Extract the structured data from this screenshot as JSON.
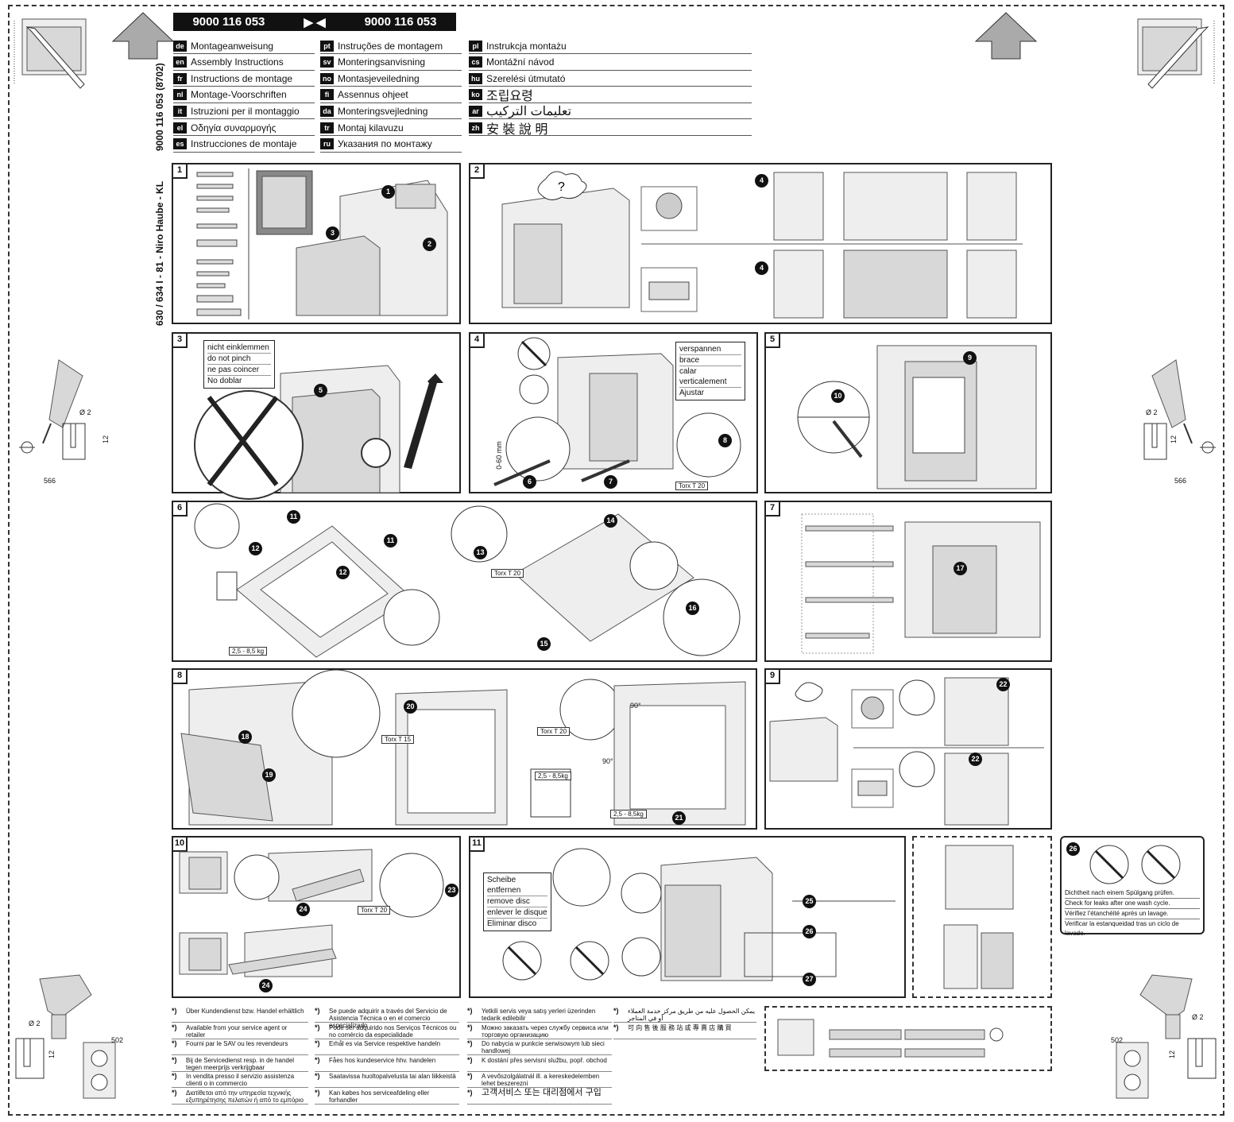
{
  "header": {
    "part_number_left": "9000 116 053",
    "part_number_right": "9000 116 053",
    "vertical_code": "9000 116 053 (8702)",
    "vertical_model": "630 / 634 I - 81 - Niro Haube - KL"
  },
  "languages_col1": [
    {
      "code": "de",
      "text": "Montageanweisung"
    },
    {
      "code": "en",
      "text": "Assembly Instructions"
    },
    {
      "code": "fr",
      "text": "Instructions de montage"
    },
    {
      "code": "nl",
      "text": "Montage-Voorschriften"
    },
    {
      "code": "it",
      "text": "Istruzioni per il montaggio"
    },
    {
      "code": "el",
      "text": "Οδηγία συναρμογής"
    },
    {
      "code": "es",
      "text": "Instrucciones de montaje"
    }
  ],
  "languages_col2": [
    {
      "code": "pt",
      "text": "Instruções de montagem"
    },
    {
      "code": "sv",
      "text": "Monteringsanvisning"
    },
    {
      "code": "no",
      "text": "Montasjeveiledning"
    },
    {
      "code": "fi",
      "text": "Assennus ohjeet"
    },
    {
      "code": "da",
      "text": "Monteringsvejledning"
    },
    {
      "code": "tr",
      "text": "Montaj kilavuzu"
    },
    {
      "code": "ru",
      "text": "Указания по монтажу"
    }
  ],
  "languages_col3": [
    {
      "code": "pl",
      "text": "Instrukcja montażu"
    },
    {
      "code": "cs",
      "text": "Montážní návod"
    },
    {
      "code": "hu",
      "text": "Szerelési útmutató"
    },
    {
      "code": "ko",
      "text": "조립요령"
    },
    {
      "code": "ar",
      "text": "تعليمات التركيب"
    },
    {
      "code": "zh",
      "text": "安 裝 說 明"
    }
  ],
  "drill": {
    "diameter": "Ø 2",
    "depth": "12",
    "dim_566": "566",
    "dim_502": "502"
  },
  "panels": {
    "p1": "1",
    "p2": "2",
    "p3": "3",
    "p4": "4",
    "p5": "5",
    "p6": "6",
    "p7": "7",
    "p8": "8",
    "p9": "9",
    "p10": "10",
    "p11": "11"
  },
  "step3_warning": [
    "nicht einklemmen",
    "do not pinch",
    "ne pas coincer",
    "No doblar"
  ],
  "step4_brace": [
    "verspannen",
    "brace",
    "calar verticalement",
    "Ajustar"
  ],
  "step11_disc": [
    "Scheibe entfernen",
    "remove disc",
    "enlever le disque",
    "Eliminar disco"
  ],
  "step26_check": [
    "Dichtheit nach einem Spülgang prüfen.",
    "Check for leaks after one wash cycle.",
    "Vérifiez l'étanchéité après un lavage.",
    "Verificar la estanqueidad tras un ciclo de lavado."
  ],
  "labels": {
    "torx20": "Torx T 20",
    "torx15": "Torx T 15",
    "weight_a": "2,5 - 8,5 kg",
    "weight_b": "2,5 - 8,5kg",
    "height_range": "0-60 mm",
    "angle_a": "90°",
    "angle_b": "90°"
  },
  "footnotes_col1": [
    "Über Kundendienst bzw. Handel erhältlich",
    "Available from your service agent or retailer",
    "Fourni par le SAV ou les revendeurs",
    "Bij de Servicedienst resp. in de handel tegen meerprijs verkrijgbaar",
    "In vendita presso il servizio assistenza clienti o in commercio",
    "Διατίθεται από την υπηρεσία τεχνικής εξυπηρέτησης πελατών ή από το εμπόριο"
  ],
  "footnotes_col2": [
    "Se puede adquirir a través del Servicio de Asistencia Técnica o en el comercio especializado",
    "Pode ser adquirido nos Serviços Técnicos ou no comércio da especialidade",
    "Erhål es via Service respektive handeln",
    "Fåes hos kundeservice hhv. handelen",
    "Saatavissa huoltopalvelusta tai alan liikkeistä",
    "Kan købes hos serviceafdeling eller forhandler"
  ],
  "footnotes_col3": [
    "Yetkili servis veya satış yerleri üzerinden tedarik edilebilir",
    "Можно заказать через службу сервиса или торговую организацию",
    "Do nabycia w punkcie serwisowym lub sieci handlowej",
    "K dostání přes servisní službu, popř. obchod",
    "A vevőszolgálatnál ill. a kereskedelemben lehet beszerezni",
    "고객서비스 또는 대리점에서 구입"
  ],
  "footnotes_col4": [
    "يمكن الحصول عليه من طريق مركز خدمة العملاء أو في المتاجر",
    "可 向 售 後 服 務 站 或 專 賣 店 購 買"
  ],
  "footnote_marker": "*)"
}
